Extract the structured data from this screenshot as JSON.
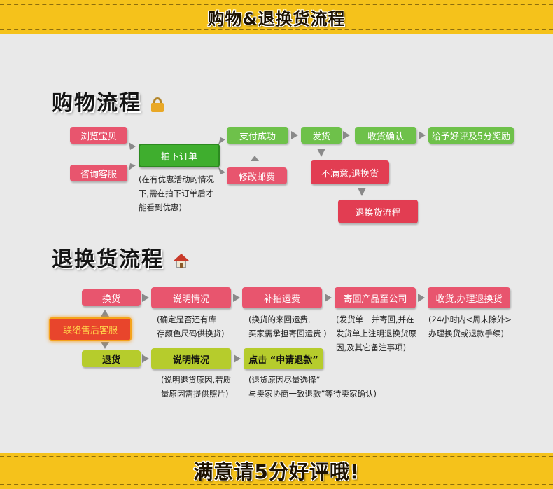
{
  "banners": {
    "top": "购物&退换货流程",
    "bottom": "满意请5分好评哦!"
  },
  "shopping": {
    "title": "购物流程",
    "browse": "浏览宝贝",
    "consult": "咨询客服",
    "order": "拍下订单",
    "order_note": [
      "(在有优惠活动的情况",
      "下,需在拍下订单后才",
      "能看到优惠)"
    ],
    "pay_success": "支付成功",
    "modify_postage": "修改邮费",
    "ship": "发货",
    "unsatisfied": "不满意,退换货",
    "return_process": "退换货流程",
    "confirm_receipt": "收货确认",
    "give_review": "给予好评及5分奖励"
  },
  "returns": {
    "title": "退换货流程",
    "exchange": "换货",
    "contact_service": "联络售后客服",
    "refund": "退货",
    "explain_exchange": "说明情况",
    "explain_exchange_note": [
      "(确定是否还有库",
      "存颜色尺码供换货)"
    ],
    "pay_shipping": "补拍运费",
    "pay_shipping_note": [
      "(换货的来回运费,",
      "买家需承担寄回运费 )"
    ],
    "send_back": "寄回产品至公司",
    "send_back_note": [
      "(发货单一并寄回,并在",
      "发货单上注明退换货原",
      "因,及其它备注事项)"
    ],
    "receive_process": "收货,办理退换货",
    "receive_process_note": [
      "(24小时内<周末除外>",
      "办理换货或退款手续)"
    ],
    "explain_refund": "说明情况",
    "explain_refund_note": [
      "(说明退货原因,若质",
      "量原因需提供照片)"
    ],
    "apply_refund": "点击 “申请退款”",
    "apply_refund_note": [
      "(退货原因尽量选择“",
      "与卖家协商一致退款”等待卖家确认)"
    ]
  }
}
